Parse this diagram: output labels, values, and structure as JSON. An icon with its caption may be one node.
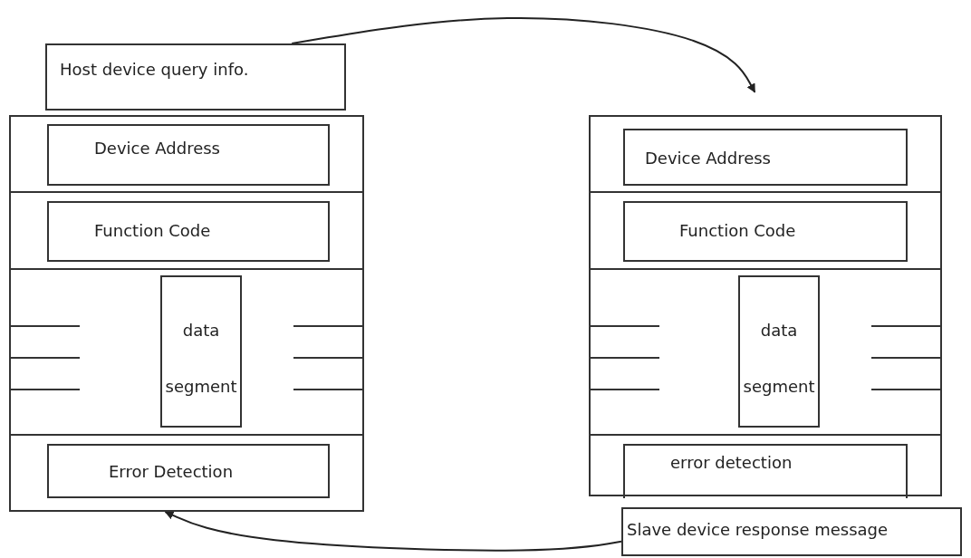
{
  "diagram": {
    "nodes": [
      {
        "text": [
          "Host device query info."
        ]
      },
      {
        "text": [],
        "shape": "box"
      },
      {
        "text": [
          "Device Address"
        ],
        "in": 1
      },
      {
        "text": [
          "Function Code"
        ],
        "in": 1
      },
      {
        "text": [
          "data segment"
        ],
        "in": 1
      },
      {
        "text": [
          "Error Detection"
        ],
        "in": 1
      },
      {
        "text": [],
        "shape": "box"
      },
      {
        "text": [
          "Device Address"
        ],
        "in": 6
      },
      {
        "text": [
          "Function Code"
        ],
        "in": 6
      },
      {
        "text": [
          "data segment"
        ],
        "in": 6
      },
      {
        "text": [
          "error detection"
        ],
        "in": 6
      },
      {
        "text": [
          "Slave device response message"
        ]
      }
    ],
    "edges": [
      {
        "from": 0,
        "to": 6,
        "arrow": "to"
      },
      {
        "from": 11,
        "to": 1,
        "arrow": "to"
      }
    ]
  }
}
